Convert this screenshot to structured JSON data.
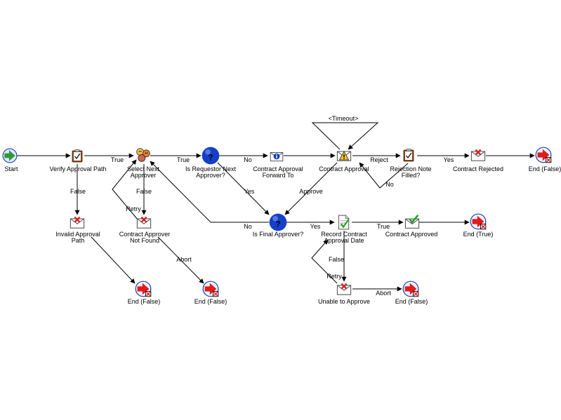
{
  "nodes": {
    "start": {
      "label": "Start",
      "icon": "start-arrow-icon"
    },
    "verify": {
      "label": "Verify Approval Path",
      "icon": "clipboard-check-icon"
    },
    "select": {
      "label1": "Select Next",
      "label2": "Approver",
      "icon": "people-group-icon"
    },
    "is_requestor": {
      "label1": "Is Requestor Next",
      "label2": "Approver?",
      "icon": "question-icon"
    },
    "forward": {
      "label1": "Contract Approval",
      "label2": "Forward To",
      "icon": "info-envelope-icon"
    },
    "contract_approval": {
      "label": "Contract Approval",
      "icon": "warning-envelope-icon"
    },
    "rejection_note": {
      "label1": "Rejection Note",
      "label2": "Filled?",
      "icon": "clipboard-check-icon"
    },
    "contract_rejected": {
      "label": "Contract Rejected",
      "icon": "reject-envelope-icon"
    },
    "end_false_top": {
      "label": "End (False)",
      "icon": "end-arrow-icon"
    },
    "invalid": {
      "label1": "Invalid Approval",
      "label2": "Path",
      "icon": "reject-envelope-icon"
    },
    "not_found": {
      "label1": "Contract Approver",
      "label2": "Not Found",
      "icon": "reject-envelope-icon"
    },
    "is_final": {
      "label": "Is Final Approver?",
      "icon": "question-icon"
    },
    "record": {
      "label1": "Record Contract",
      "label2": "Approval Date",
      "icon": "document-check-icon"
    },
    "contract_approved": {
      "label": "Contract Approved",
      "icon": "approve-envelope-icon"
    },
    "end_true": {
      "label": "End (True)",
      "icon": "end-arrow-icon"
    },
    "end_false_1": {
      "label": "End (False)",
      "icon": "end-arrow-icon"
    },
    "end_false_2": {
      "label": "End (False)",
      "icon": "end-arrow-icon"
    },
    "unable": {
      "label": "Unable to Approve",
      "icon": "reject-envelope-icon"
    },
    "end_false_3": {
      "label": "End (False)",
      "icon": "end-arrow-icon"
    }
  },
  "edges": {
    "verify_select": "True",
    "verify_invalid": "False",
    "select_requestor": "True",
    "select_notfound": "False",
    "notfound_retry": "Retry",
    "notfound_abort": "Abort",
    "requestor_no": "No",
    "requestor_yes": "Yes",
    "timeout": "<Timeout>",
    "approval_reject": "Reject",
    "approval_approve": "Approve",
    "rejection_yes": "Yes",
    "rejection_no": "No",
    "final_no": "No",
    "final_yes": "Yes",
    "record_true": "True",
    "record_false": "False",
    "unable_retry": "Retry",
    "unable_abort": "Abort"
  },
  "colors": {
    "start": "#2d9a3a",
    "end_arrow": "#e11b1b",
    "question": "#1440c8",
    "reject_x": "#d42020",
    "approve_check": "#2aa02a",
    "warning": "#f2c21a"
  }
}
